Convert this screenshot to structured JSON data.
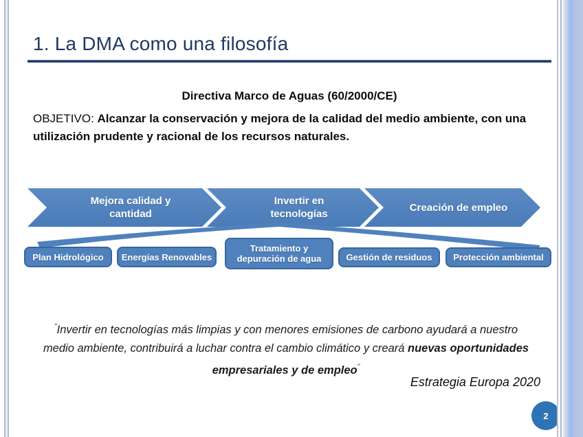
{
  "slide": {
    "title": "1. La DMA como una filosofía",
    "page_number": "2"
  },
  "body": {
    "subtitle": "Directiva Marco de Aguas (60/2000/CE)",
    "objective_label": "OBJETIVO: ",
    "objective_text": "Alcanzar la conservación y mejora de la calidad del medio ambiente, con una utilización prudente y racional de los recursos naturales."
  },
  "process": {
    "chevrons": [
      {
        "label": "Mejora calidad y cantidad"
      },
      {
        "label": "Invertir en tecnologías"
      },
      {
        "label": "Creación de empleo"
      }
    ],
    "boxes": [
      {
        "label": "Plan Hidrológico"
      },
      {
        "label": "Energías Renovables"
      },
      {
        "label": "Tratamiento y depuración de agua"
      },
      {
        "label": "Gestión de residuos"
      },
      {
        "label": "Protección ambiental"
      }
    ]
  },
  "quote": {
    "open_mark": "“",
    "text_normal": "Invertir en tecnologías más limpias y con menores emisiones de carbono ayudará a nuestro medio ambiente, contribuirá a luchar contra el cambio climático y creará ",
    "text_bold": "nuevas oportunidades empresariales y de empleo",
    "close_mark": "”",
    "attribution": "Estrategia Europa 2020"
  },
  "colors": {
    "accent_blue": "#4f81bd",
    "box_border_blue": "#38669f",
    "title_navy": "#1f3864",
    "badge_blue": "#2e74b5",
    "edge_band_blue": "#b3c3e3"
  }
}
